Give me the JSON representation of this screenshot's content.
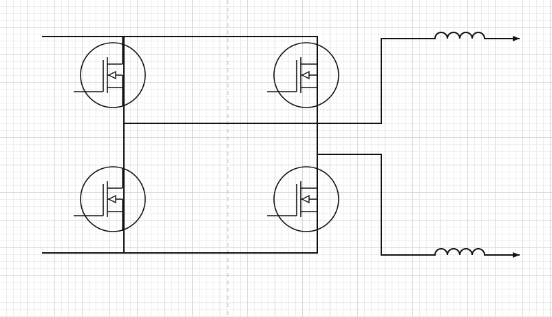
{
  "diagram": {
    "type": "h-bridge",
    "components": [
      {
        "kind": "mosfet",
        "role": "high-side-left"
      },
      {
        "kind": "mosfet",
        "role": "high-side-right"
      },
      {
        "kind": "mosfet",
        "role": "low-side-left"
      },
      {
        "kind": "mosfet",
        "role": "low-side-right"
      },
      {
        "kind": "inductor",
        "role": "output-top"
      },
      {
        "kind": "inductor",
        "role": "output-bottom"
      }
    ],
    "colors": {
      "line": "#111111",
      "grid_major": "#d9d9d9",
      "grid_minor": "#ededed",
      "page_guide": "#b9b9b9",
      "background": "#ffffff"
    }
  }
}
